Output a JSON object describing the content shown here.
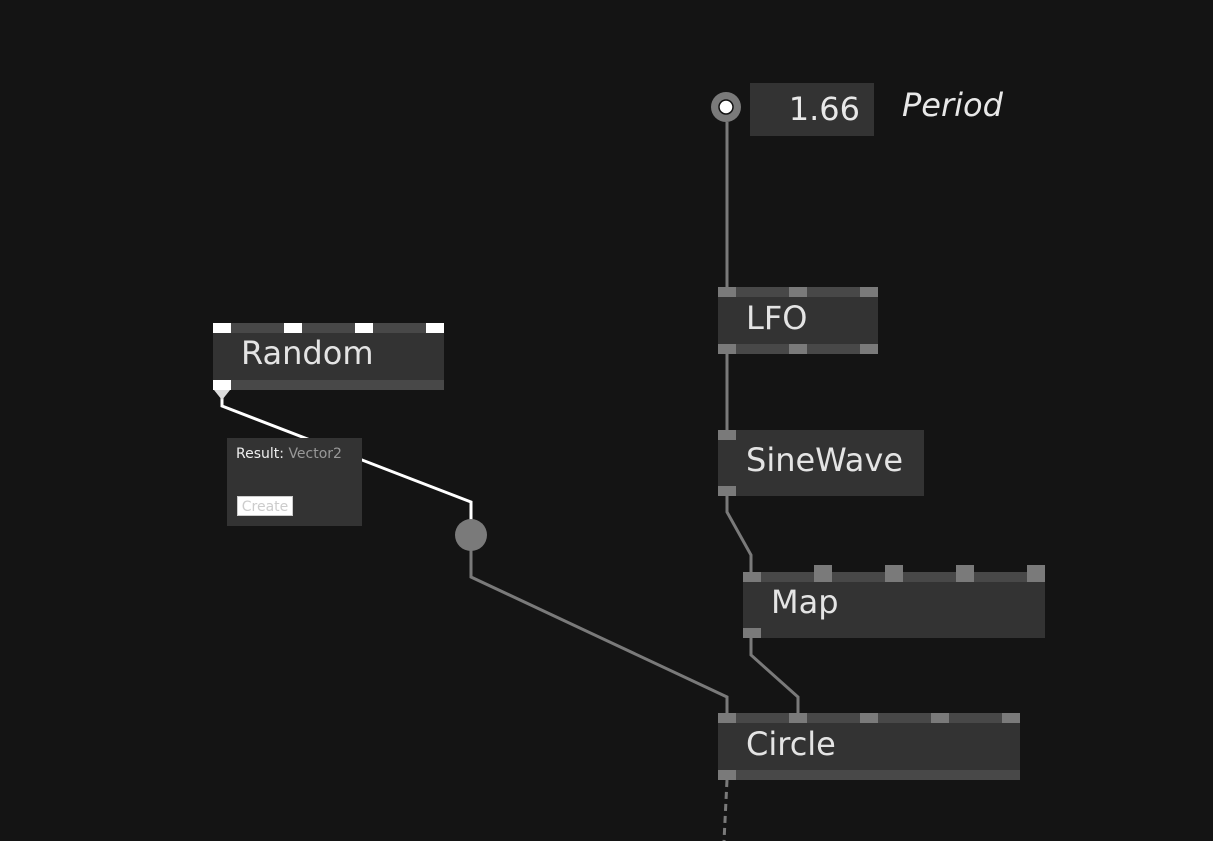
{
  "iobox": {
    "value": "1.66",
    "label": "Period"
  },
  "nodes": {
    "random": {
      "title": "Random"
    },
    "lfo": {
      "title": "LFO"
    },
    "sinewave": {
      "title": "SineWave"
    },
    "map": {
      "title": "Map"
    },
    "circle": {
      "title": "Circle"
    }
  },
  "tooltip": {
    "pin_name": "Result",
    "separator": ": ",
    "type": "Vector2",
    "create_label": "Create"
  },
  "colors": {
    "background": "#141414",
    "node": "#333333",
    "pin": "#7a7a7a",
    "selected_pin": "#ffffff"
  }
}
